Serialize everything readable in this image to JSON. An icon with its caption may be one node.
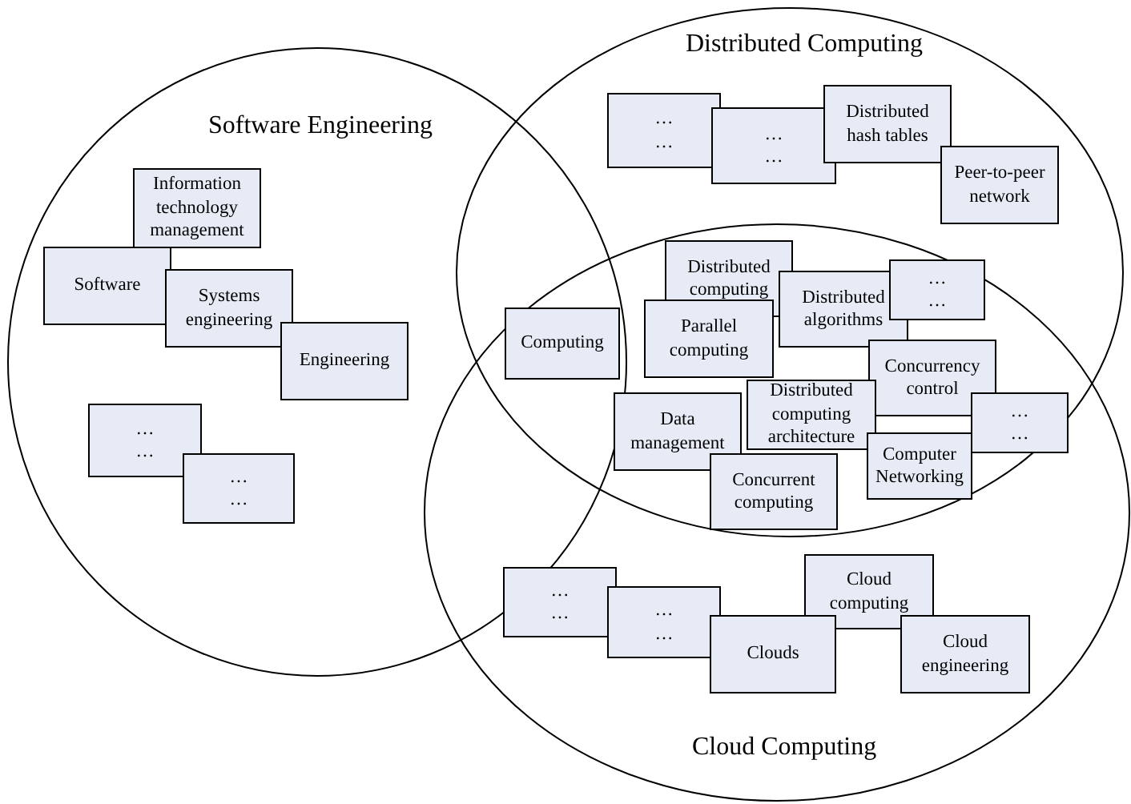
{
  "diagram": {
    "nodes": [
      {
        "text": [
          "Software Engineering"
        ]
      },
      {
        "text": [
          "Information technology management"
        ],
        "in": 0
      },
      {
        "text": [
          "Software"
        ],
        "in": 0
      },
      {
        "text": [
          "Systems engineering"
        ],
        "in": 0
      },
      {
        "text": [
          "Engineering"
        ],
        "in": 0
      },
      {
        "text": [
          "…",
          "…"
        ],
        "in": 0
      },
      {
        "text": [
          "…",
          "…"
        ],
        "in": 0
      },
      {
        "text": [
          "Distributed Computing"
        ]
      },
      {
        "text": [
          "…",
          "…"
        ],
        "in": 7
      },
      {
        "text": [
          "…",
          "…"
        ],
        "in": 7
      },
      {
        "text": [
          "Distributed hash tables"
        ],
        "in": 7
      },
      {
        "text": [
          "Peer-to-peer network"
        ],
        "in": 7
      },
      {
        "text": [
          "Cloud Computing"
        ]
      },
      {
        "text": [
          "Computing"
        ]
      },
      {
        "text": [
          "Distributed computing"
        ]
      },
      {
        "text": [
          "Distributed algorithms"
        ]
      },
      {
        "text": [
          "…",
          "…"
        ]
      },
      {
        "text": [
          "Parallel computing"
        ]
      },
      {
        "text": [
          "Concurrency control"
        ]
      },
      {
        "text": [
          "Distributed computing architecture"
        ]
      },
      {
        "text": [
          "…",
          "…"
        ]
      },
      {
        "text": [
          "Data management"
        ]
      },
      {
        "text": [
          "Computer Networking"
        ]
      },
      {
        "text": [
          "Concurrent computing"
        ]
      },
      {
        "text": [
          "…",
          "…"
        ],
        "in": 12
      },
      {
        "text": [
          "…",
          "…"
        ],
        "in": 12
      },
      {
        "text": [
          "Cloud computing"
        ],
        "in": 12
      },
      {
        "text": [
          "Clouds"
        ],
        "in": 12
      },
      {
        "text": [
          "Cloud engineering"
        ],
        "in": 12
      }
    ]
  }
}
